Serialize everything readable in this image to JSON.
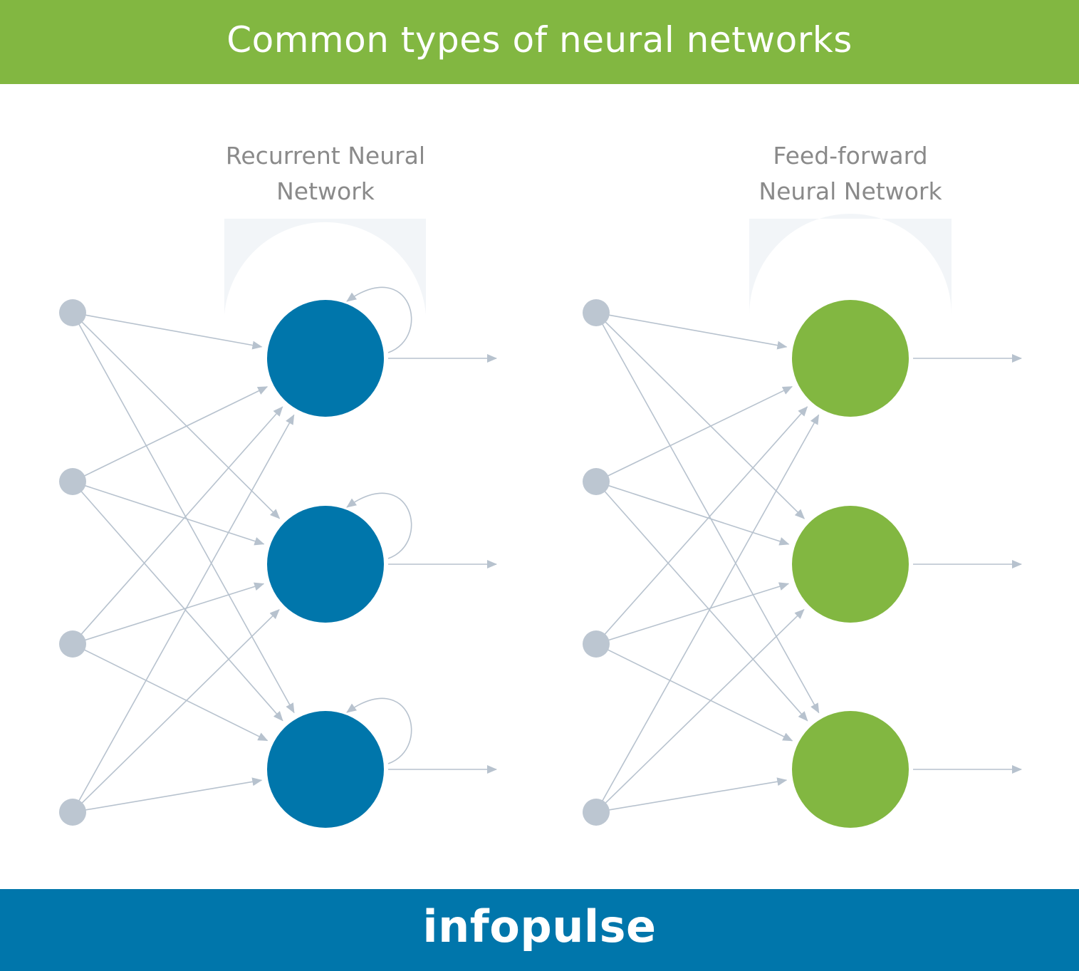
{
  "header": {
    "title": "Common types of neural networks"
  },
  "panels": {
    "left": {
      "title": "Recurrent Neural\nNetwork"
    },
    "right": {
      "title": "Feed-forward\nNeural Network"
    }
  },
  "footer": {
    "logo": "infopulse"
  },
  "colors": {
    "header_bg": "#82b741",
    "footer_bg": "#0076ab",
    "recurrent_node": "#0076ab",
    "feedforward_node": "#82b741",
    "input_node": "#bcc6d1",
    "edge": "#b7c2ce",
    "halo": "#f2f5f8"
  }
}
